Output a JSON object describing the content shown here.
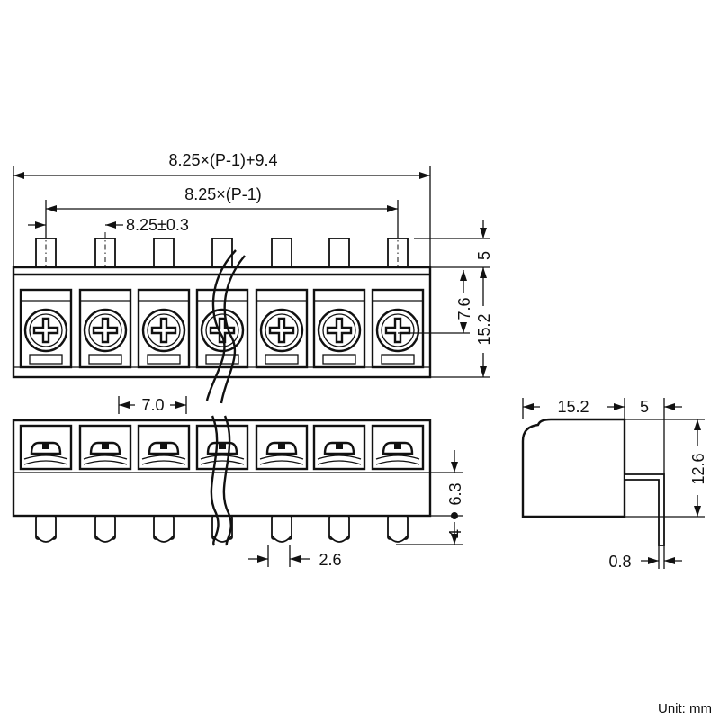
{
  "dimensions": {
    "overall_length": "8.25×(P-1)+9.4",
    "span_length": "8.25×(P-1)",
    "pitch": "8.25±0.3",
    "pin_height_top": "5",
    "screw_offset": "7.6",
    "body_depth": "15.2",
    "segment_gap": "7.0",
    "pin_length_bottom": "4",
    "body_height_front": "6.3",
    "pin_spacing": "2.6",
    "side_depth": "15.2",
    "side_pin_offset": "5",
    "side_height": "12.6",
    "pin_thickness": "0.8"
  },
  "unit_label": "Unit: mm"
}
